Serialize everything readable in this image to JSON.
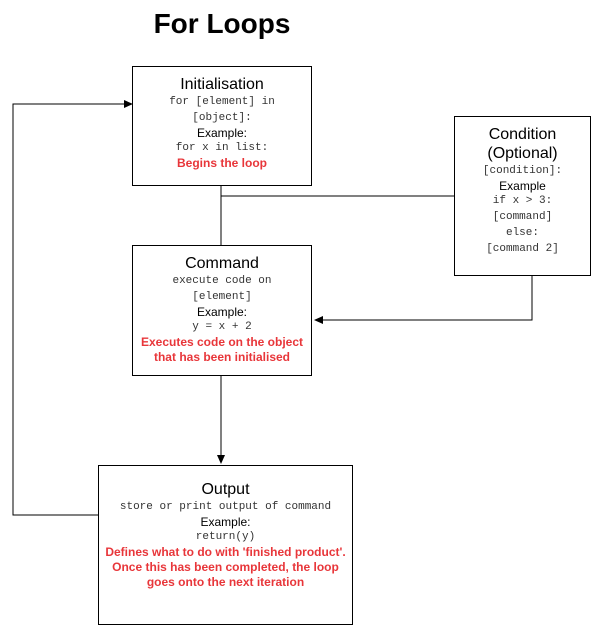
{
  "title": "For Loops",
  "initialisation": {
    "heading": "Initialisation",
    "code_lines": [
      "for [element] in",
      "[object]:"
    ],
    "example_label": "Example:",
    "example_code": "for x in list:",
    "note_lines": [
      "Begins the loop"
    ]
  },
  "condition": {
    "heading_lines": [
      "Condition",
      "(Optional)"
    ],
    "code_lines": [
      "[condition]:"
    ],
    "example_label": "Example",
    "example_lines": [
      "if x > 3:",
      "[command]",
      "else:",
      "[command 2]"
    ]
  },
  "command": {
    "heading": "Command",
    "code_lines": [
      "execute code on",
      "[element]"
    ],
    "example_label": "Example:",
    "example_code": "y = x + 2",
    "note_lines": [
      "Executes code on the object",
      "that has been initialised"
    ]
  },
  "output": {
    "heading": "Output",
    "code_lines": [
      "store or print output of command"
    ],
    "example_label": "Example:",
    "example_code": "return(y)",
    "note_lines": [
      "Defines what to do with 'finished product'.",
      "Once this has been completed, the loop",
      "goes onto the next iteration"
    ]
  },
  "colors": {
    "note_red": "#e8363a",
    "stroke": "#000000"
  }
}
